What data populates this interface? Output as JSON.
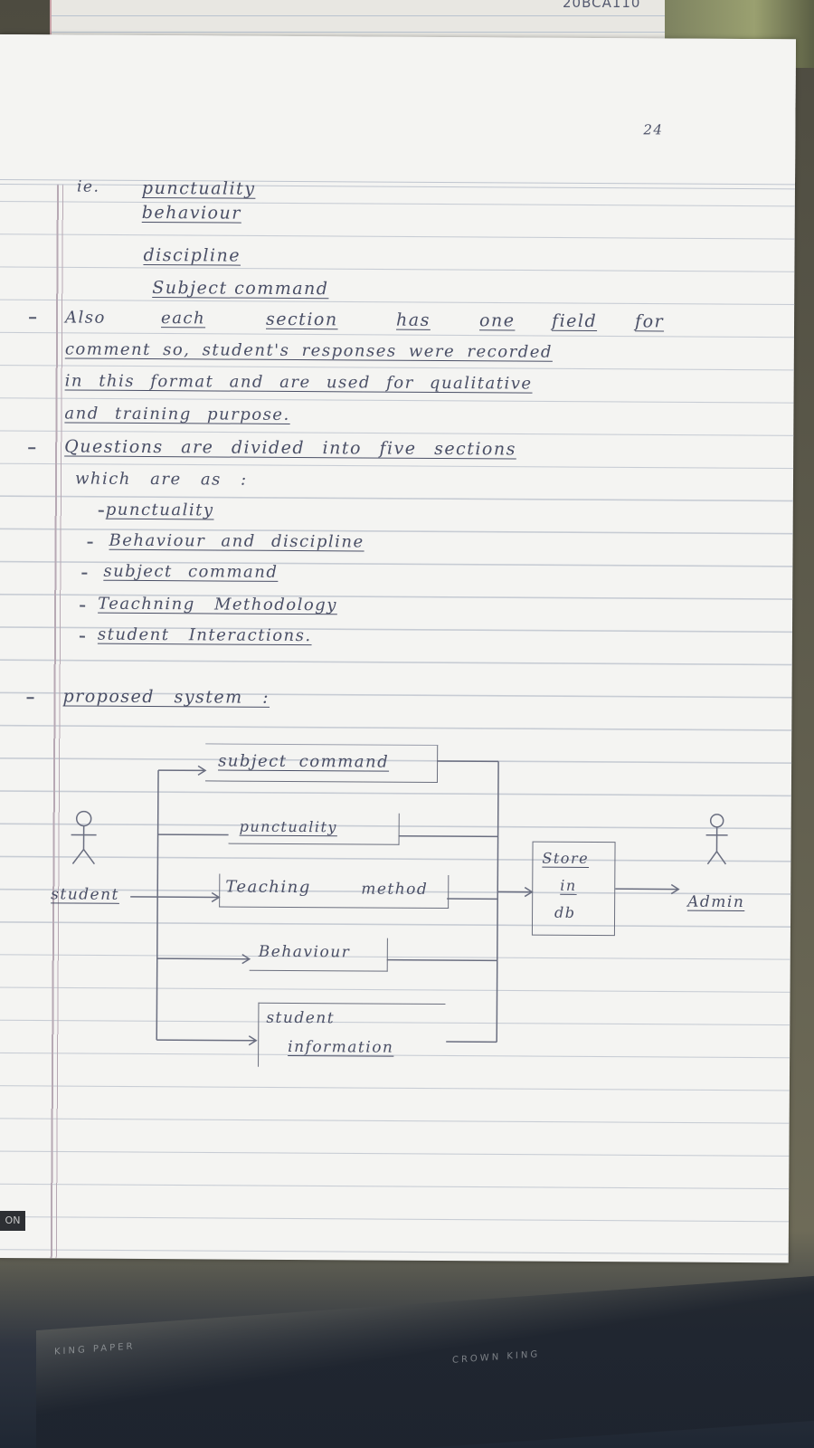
{
  "back_page": {
    "corner_text": "20BCA110"
  },
  "page_number": "24",
  "lines": {
    "ie": "ie.",
    "item1": "punctuality",
    "item2": "behaviour",
    "item3": "discipline",
    "item4": "Subject command",
    "p1_l1_a": "Also",
    "p1_l1_b": "each",
    "p1_l1_c": "section",
    "p1_l1_d": "has",
    "p1_l1_e": "one",
    "p1_l1_f": "field",
    "p1_l1_g": "for",
    "p1_l2": "comment so, student's responses were recorded",
    "p1_l3": "in this format and are used for qualitative",
    "p1_l4": "and training purpose.",
    "p2_l1": "Questions are divided into five sections",
    "p2_l2": "which are as :",
    "s1": "punctuality",
    "s2": "Behaviour and discipline",
    "s3": "subject command",
    "s4": "Teachning Methodology",
    "s5": "student Interactions.",
    "heading": "proposed system :"
  },
  "diagram": {
    "student_label": "student",
    "box1": "subject command",
    "box2": "punctuality",
    "box3_a": "Teaching",
    "box3_b": "method",
    "box4": "Behaviour",
    "box5_a": "student",
    "box5_b": "information",
    "store_a": "Store",
    "store_b": "in",
    "store_c": "db",
    "admin_label": "Admin"
  },
  "corner_tag": "ON",
  "wrapper": {
    "text1": "KING PAPER",
    "text2": "CROWN KING"
  }
}
